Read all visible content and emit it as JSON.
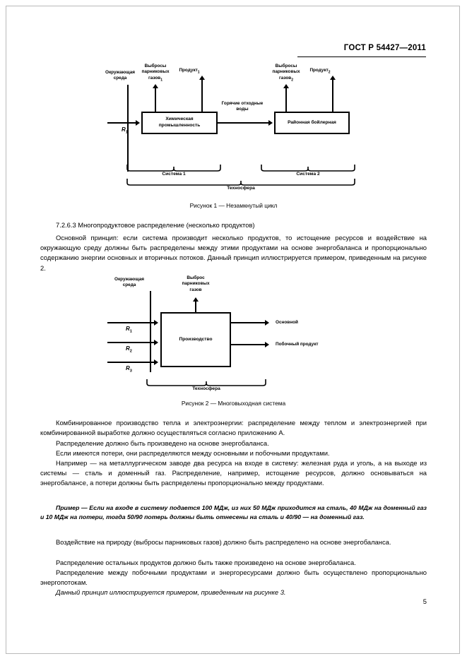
{
  "document": {
    "standard_header": "ГОСТ Р 54427—2011",
    "page_number": "5"
  },
  "figure1": {
    "caption": "Рисунок 1 — Незамкнутый цикл",
    "environment_label": "Окружающая\nсреда",
    "environment_line1": "Окружающая",
    "environment_line2": "среда",
    "input_resource": "R",
    "input_resource_sub": "1",
    "emissions1_line1": "Выбросы",
    "emissions1_line2": "парниковых",
    "emissions1_line3": "газов",
    "emissions1_sub": "1",
    "product1": "Продукт",
    "product1_sub": "1",
    "box1_line1": "Химическая",
    "box1_line2": "промышленность",
    "flow_line1": "Горячие отходные",
    "flow_line2": "воды",
    "emissions2_line1": "Выбросы",
    "emissions2_line2": "парниковых",
    "emissions2_line3": "газов",
    "emissions2_sub": "2",
    "product2": "Продукт",
    "product2_sub": "2",
    "box2_line1": "Районная бойлерная",
    "brace_system1": "Система 1",
    "brace_system2": "Система 2",
    "brace_technosphere": "Техносфера"
  },
  "figure2": {
    "caption": "Рисунок 2 — Многовыходная система",
    "environment_line1": "Окружающая",
    "environment_line2": "среда",
    "emissions_line1": "Выброс",
    "emissions_line2": "парниковых",
    "emissions_line3": "газов",
    "input1": "R",
    "input1_sub": "1",
    "input2": "R",
    "input2_sub": "2",
    "input3": "R",
    "input3_sub": "3",
    "box_label": "Производство",
    "output_main": "Основной",
    "output_by": "Побочный продукт",
    "brace_technosphere": "Техносфера"
  },
  "body": {
    "section_heading": "7.2.6.3  Многопродуктовое распределение (несколько продуктов)",
    "p1": "Основной принцип: если система производит несколько продуктов, то истощение ресурсов и воздействие на окружающую среду должны быть распределены между этими продуктами на основе энергобаланса и пропорционально содержанию энергии основных и вторичных потоков. Данный принцип иллюстрируется примером, приведенным на рисунке 2.",
    "p2": "Комбинированное производство тепла и электроэнергии: распределение между теплом и электроэнергией при комбинированной выработке должно осуществляться согласно приложению А.",
    "p3": "Распределение должно быть произведено на основе энергобаланса.",
    "p4": "Если имеются потери, они распределяются между основными и побочными продуктами.",
    "p5": "Например — на металлургическом заводе два ресурса на входе в систему: железная руда и уголь, а на выходе из системы — сталь и доменный газ. Распределение, например, истощение ресурсов, должно основываться на энергобалансе, а потери должны быть распределены пропорционально между продуктами.",
    "example": "Пример — Если на входе в систему подается 100 МДж, из них 50 МДж приходится на сталь, 40 МДж на доменный газ и 10 МДж на потери, тогда 50/90 потерь должны быть отнесены на сталь и 40/90 — на доменный газ.",
    "p6": "Воздействие на природу (выбросы парниковых газов) должно быть распределено на основе энергобаланса.",
    "p7": "Распределение остальных продуктов должно быть также произведено на основе энергобаланса.",
    "p8": "Распределение между побочными продуктами и энергоресурсами должно быть осуществлено пропорционально энергопотокам.",
    "p9": "Данный принцип иллюстрируется примером, приведенным на рисунке 3."
  }
}
